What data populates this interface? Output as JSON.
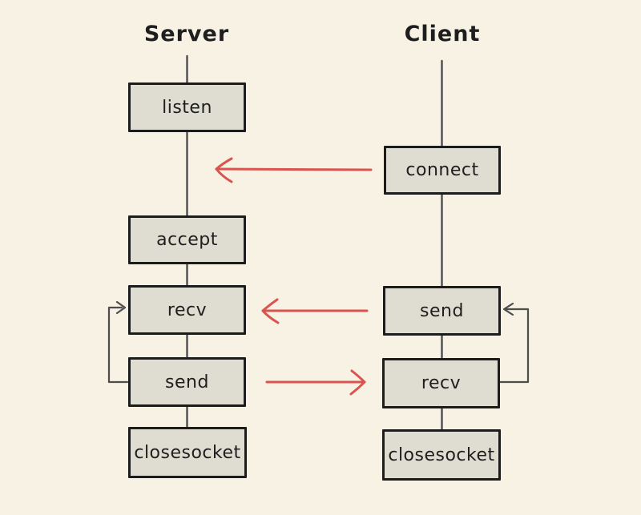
{
  "colors": {
    "background": "#f7f2e3",
    "box_fill": "#dfddd1",
    "box_border": "#1c1c1c",
    "text": "#1e1e1e",
    "connector": "#4d4d4d",
    "arrow": "#d9534f"
  },
  "server": {
    "title": "Server",
    "steps": [
      "listen",
      "accept",
      "recv",
      "send",
      "closesocket"
    ]
  },
  "client": {
    "title": "Client",
    "steps": [
      "connect",
      "send",
      "recv",
      "closesocket"
    ]
  },
  "arrows": {
    "red": [
      {
        "name": "connect-to-server",
        "from": "client connect",
        "to": "server between listen and accept",
        "direction": "left"
      },
      {
        "name": "client-send-to-server-recv",
        "from": "client send",
        "to": "server recv",
        "direction": "left"
      },
      {
        "name": "server-send-to-client-recv",
        "from": "server send",
        "to": "client recv",
        "direction": "right"
      }
    ],
    "loops": [
      {
        "name": "server-send-back-to-recv",
        "from": "server send",
        "to": "server recv"
      },
      {
        "name": "client-recv-back-to-send",
        "from": "client recv",
        "to": "client send"
      }
    ]
  }
}
